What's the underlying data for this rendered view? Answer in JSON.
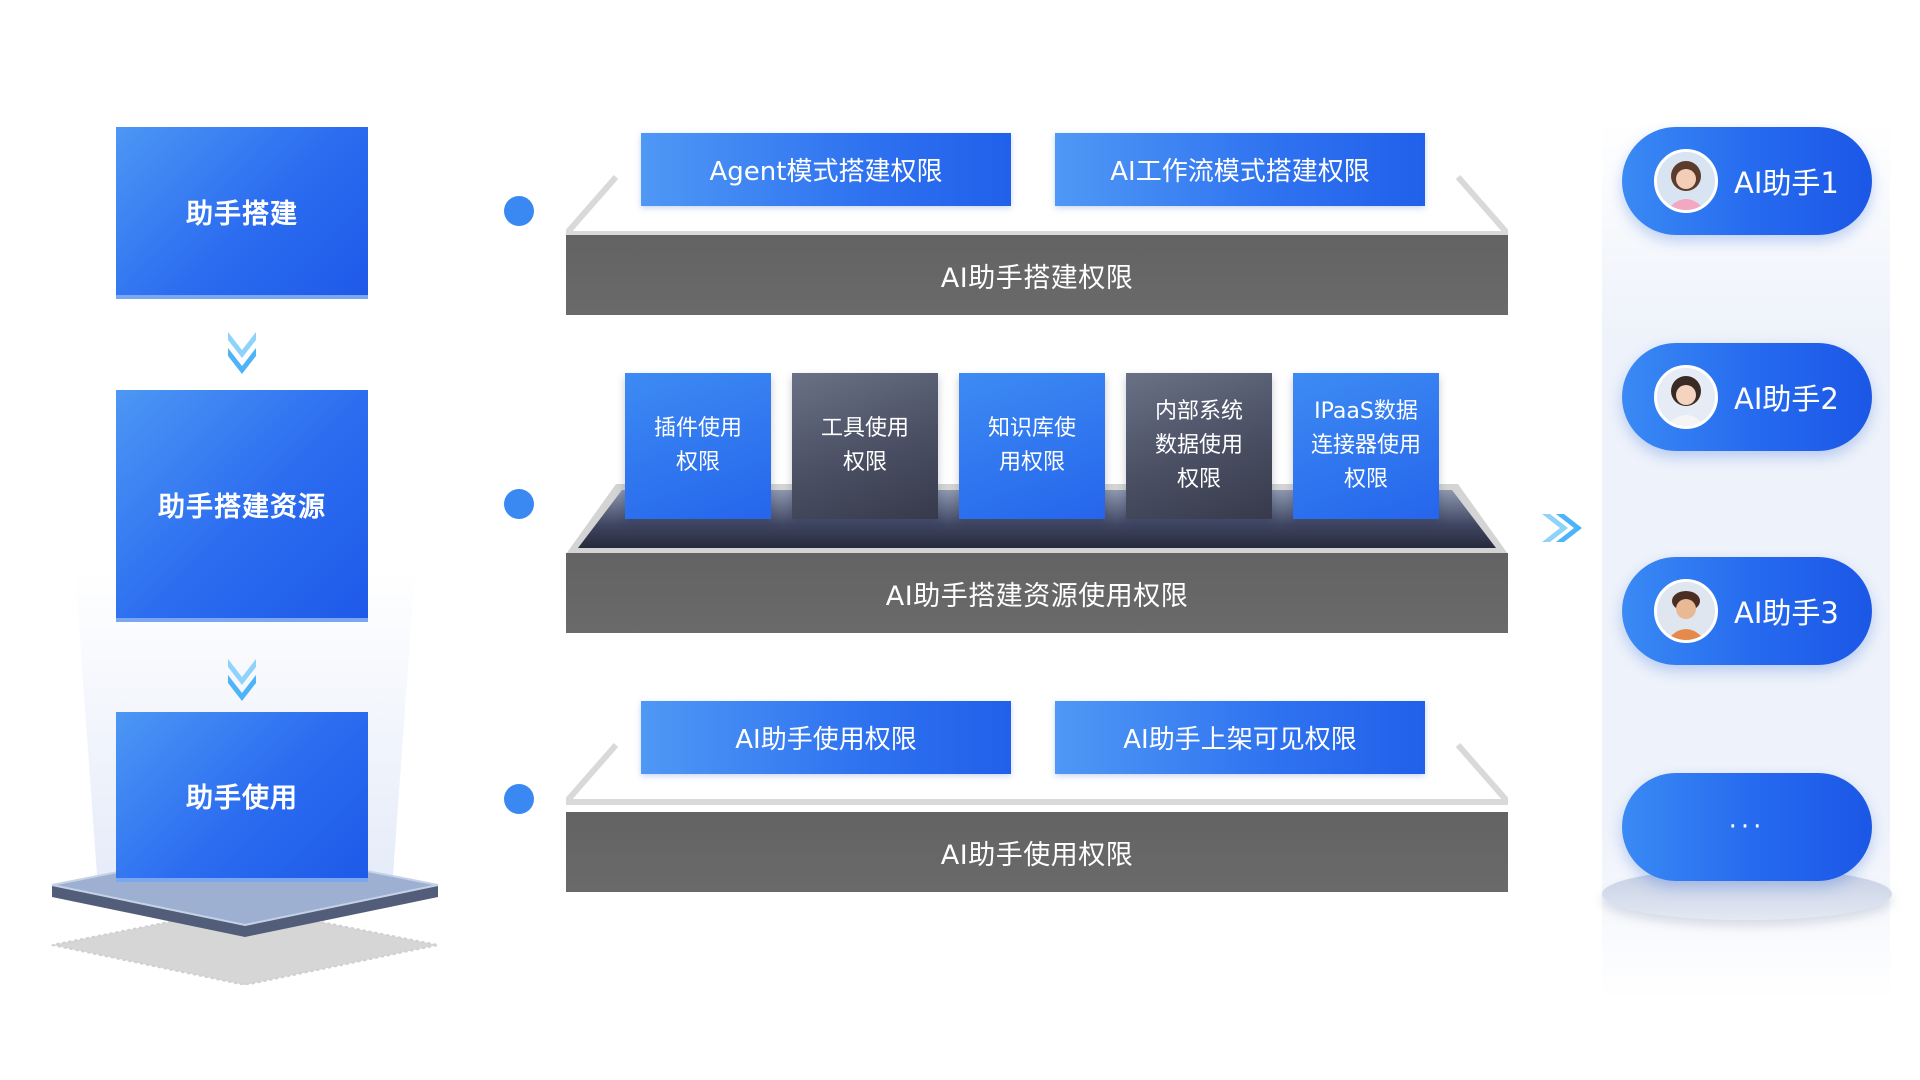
{
  "left": {
    "steps": [
      "助手搭建",
      "助手搭建资源",
      "助手使用"
    ]
  },
  "middle": {
    "build_layer": {
      "items": [
        "Agent模式搭建权限",
        "AI工作流模式搭建权限"
      ],
      "base": "AI助手搭建权限"
    },
    "resource_layer": {
      "items": [
        {
          "label": "插件使用\n权限",
          "style": "blue"
        },
        {
          "label": "工具使用\n权限",
          "style": "dark"
        },
        {
          "label": "知识库使\n用权限",
          "style": "blue"
        },
        {
          "label": "内部系统\n数据使用\n权限",
          "style": "dark"
        },
        {
          "label": "IPaaS数据\n连接器使用\n权限",
          "style": "blue"
        }
      ],
      "base": "AI助手搭建资源使用权限"
    },
    "usage_layer": {
      "items": [
        "AI助手使用权限",
        "AI助手上架可见权限"
      ],
      "base": "AI助手使用权限"
    }
  },
  "right": {
    "assistants": [
      "AI助手1",
      "AI助手2",
      "AI助手3"
    ],
    "more": "···"
  },
  "colors": {
    "primary_blue": "#2b6cf0",
    "dot_blue": "#3a89f2",
    "base_gray": "#666666",
    "dark_card": "#4a4f63",
    "arrow_cyan": "#4fb3f7"
  }
}
